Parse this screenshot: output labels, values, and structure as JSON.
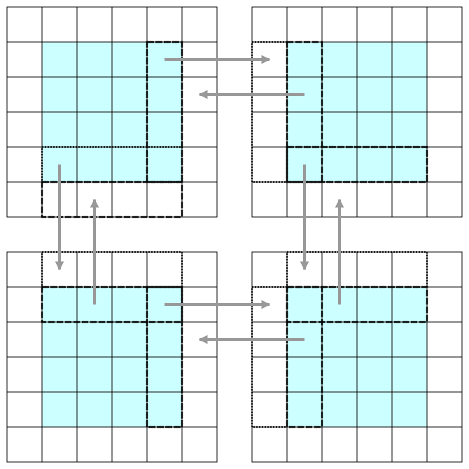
{
  "colors": {
    "background": "#ffffff",
    "highlight_fill": "#ccffff",
    "grid_line": "#000000",
    "outline": "#000000",
    "arrow": "#999999"
  },
  "grid": {
    "rows": 6,
    "cols": 6
  },
  "panels": [
    {
      "id": "top-left",
      "highlight": {
        "row": 1,
        "col": 1,
        "rows": 4,
        "cols": 4
      },
      "dashed": [
        {
          "row": 1,
          "col": 4,
          "rows": 4,
          "cols": 1
        },
        {
          "row": 5,
          "col": 1,
          "rows": 1,
          "cols": 4
        }
      ],
      "dotted": [
        {
          "row": 1,
          "col": 4,
          "rows": 4,
          "cols": 1
        },
        {
          "row": 4,
          "col": 1,
          "rows": 1,
          "cols": 4
        }
      ]
    },
    {
      "id": "top-right",
      "highlight": {
        "row": 1,
        "col": 1,
        "rows": 4,
        "cols": 4
      },
      "dashed": [
        {
          "row": 1,
          "col": 1,
          "rows": 4,
          "cols": 1
        },
        {
          "row": 4,
          "col": 1,
          "rows": 1,
          "cols": 4
        }
      ],
      "dotted": [
        {
          "row": 1,
          "col": 0,
          "rows": 4,
          "cols": 1
        },
        {
          "row": 4,
          "col": 1,
          "rows": 1,
          "cols": 4
        }
      ]
    },
    {
      "id": "bottom-left",
      "highlight": {
        "row": 1,
        "col": 1,
        "rows": 4,
        "cols": 4
      },
      "dashed": [
        {
          "row": 1,
          "col": 4,
          "rows": 4,
          "cols": 1
        },
        {
          "row": 1,
          "col": 1,
          "rows": 1,
          "cols": 4
        }
      ],
      "dotted": [
        {
          "row": 1,
          "col": 4,
          "rows": 4,
          "cols": 1
        },
        {
          "row": 0,
          "col": 1,
          "rows": 1,
          "cols": 4
        }
      ]
    },
    {
      "id": "bottom-right",
      "highlight": {
        "row": 1,
        "col": 1,
        "rows": 4,
        "cols": 4
      },
      "dashed": [
        {
          "row": 1,
          "col": 1,
          "rows": 4,
          "cols": 1
        },
        {
          "row": 1,
          "col": 1,
          "rows": 1,
          "cols": 4
        }
      ],
      "dotted": [
        {
          "row": 1,
          "col": 0,
          "rows": 4,
          "cols": 1
        },
        {
          "row": 0,
          "col": 1,
          "rows": 1,
          "cols": 4
        }
      ]
    }
  ],
  "arrows": [
    {
      "id": "top-left-to-top-right",
      "direction": "right"
    },
    {
      "id": "top-right-to-top-left",
      "direction": "left"
    },
    {
      "id": "top-left-to-bottom-left",
      "direction": "down"
    },
    {
      "id": "bottom-left-to-top-left",
      "direction": "up"
    },
    {
      "id": "top-right-to-bottom-right",
      "direction": "down"
    },
    {
      "id": "bottom-right-to-top-right",
      "direction": "up"
    },
    {
      "id": "bottom-left-to-bottom-right",
      "direction": "right"
    },
    {
      "id": "bottom-right-to-bottom-left",
      "direction": "left"
    }
  ]
}
